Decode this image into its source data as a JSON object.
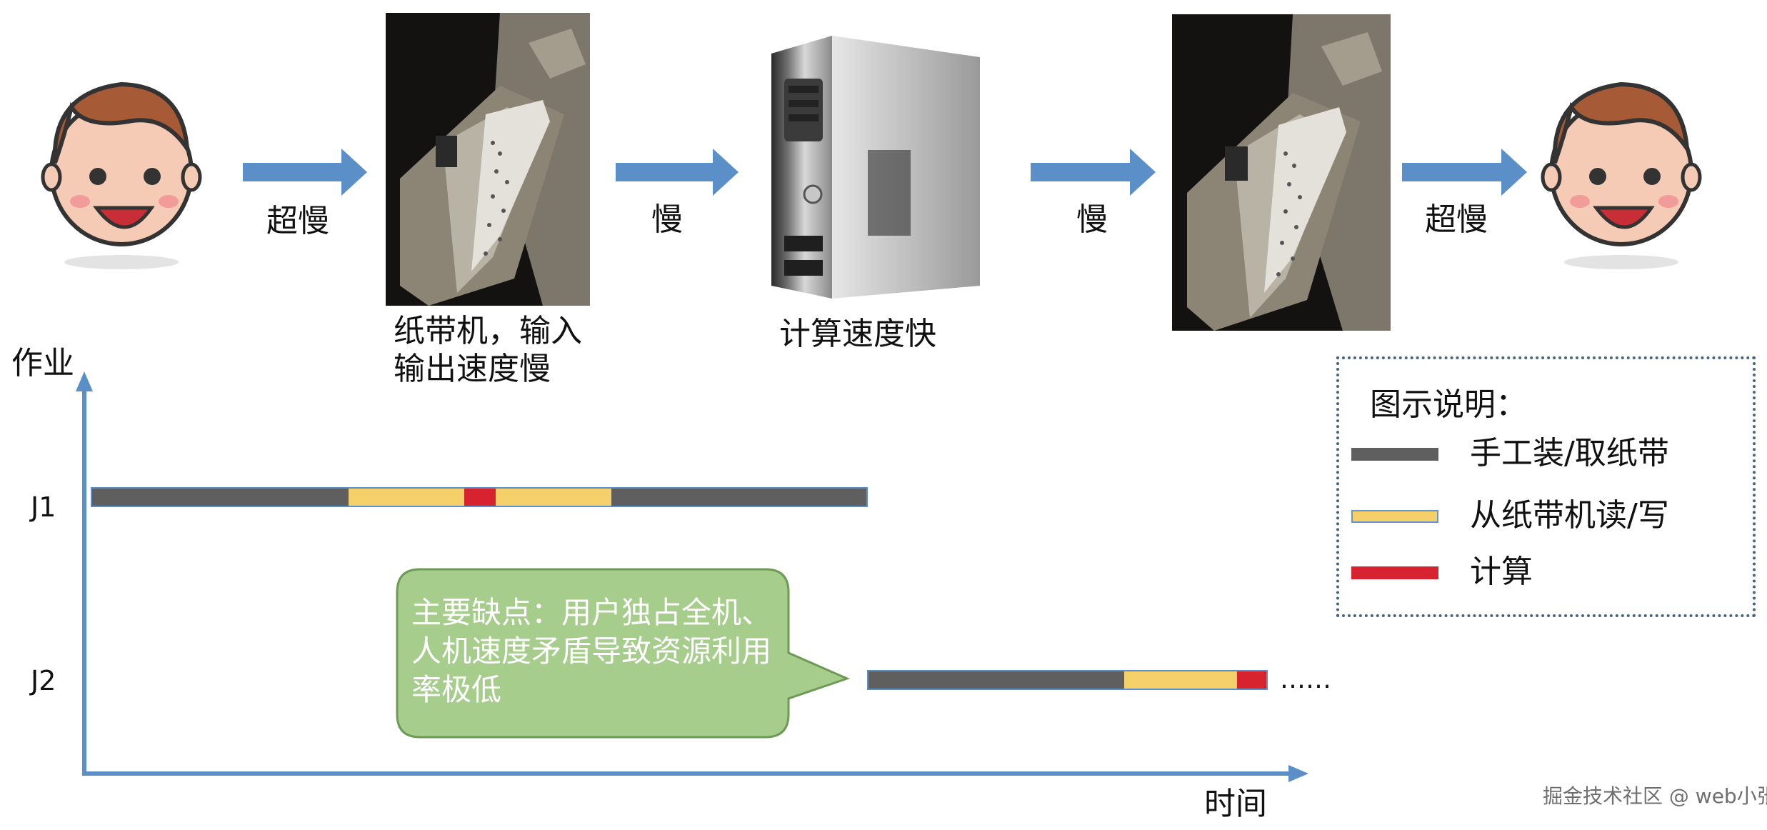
{
  "pipeline": {
    "steps": [
      {
        "icon": "user-face-icon"
      },
      {
        "icon": "arrow-right-icon",
        "label": "超慢"
      },
      {
        "icon": "paper-tape-machine-icon",
        "caption_line1": "纸带机，输入",
        "caption_line2": "输出速度慢"
      },
      {
        "icon": "arrow-right-icon",
        "label": "慢"
      },
      {
        "icon": "computer-tower-icon",
        "caption": "计算速度快"
      },
      {
        "icon": "arrow-right-icon",
        "label": "慢"
      },
      {
        "icon": "paper-tape-machine-icon"
      },
      {
        "icon": "arrow-right-icon",
        "label": "超慢"
      },
      {
        "icon": "user-face-icon"
      }
    ]
  },
  "chart": {
    "y_axis_label": "作业",
    "x_axis_label": "时间",
    "jobs": [
      {
        "name": "J1"
      },
      {
        "name": "J2",
        "continuation": "……"
      }
    ]
  },
  "legend": {
    "title": "图示说明：",
    "items": [
      {
        "label": "手工装/取纸带",
        "color": "#5f5f5f"
      },
      {
        "label": "从纸带机读/写",
        "color": "#f4cf6a"
      },
      {
        "label": "计算",
        "color": "#d7222f"
      }
    ]
  },
  "callout": {
    "text": "主要缺点：用户独占全机、人机速度矛盾导致资源利用率极低",
    "fill": "#a6cd8c"
  },
  "colors": {
    "arrow": "#5b8fc7",
    "axis": "#5b8fc7",
    "manual": "#5f5f5f",
    "io": "#f4cf6a",
    "compute": "#d7222f"
  },
  "watermark": "掘金技术社区 @ web小张"
}
